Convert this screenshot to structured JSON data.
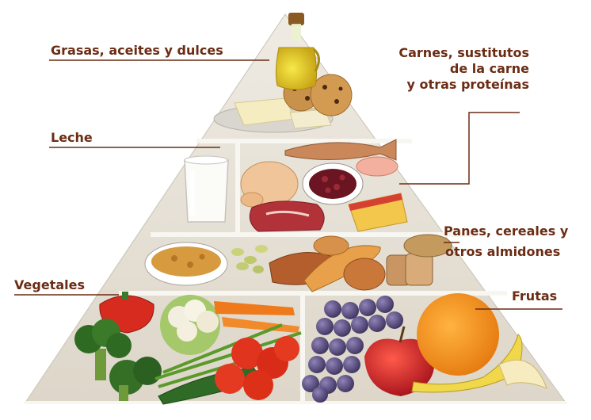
{
  "labels": {
    "grasas": "Grasas, aceites y dulces",
    "carnes": [
      "Carnes, sustitutos",
      "de la carne",
      "y otras proteínas"
    ],
    "leche": "Leche",
    "panes": [
      "Panes, cereales y",
      "otros almidones"
    ],
    "vegetales": "Vegetales",
    "frutas": "Frutas"
  },
  "colors": {
    "label_text": "#6b2c14",
    "leader_line": "#6b2c14",
    "pyramid_face": "#e9e3d8",
    "pyramid_edge": "#f7f4ee"
  }
}
